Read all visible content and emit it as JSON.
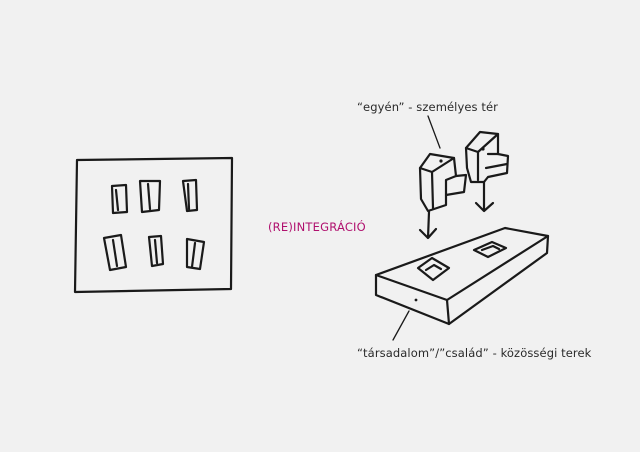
{
  "labels": {
    "individual": "“egyén” - személyes tér",
    "reintegration": "(RE)INTEGRÁCIÓ",
    "society": "“társadalom”/”család” - közösségi terek"
  },
  "colors": {
    "background": "#f1f1f1",
    "ink": "#1a1a1a",
    "text": "#2a2a2a",
    "accent": "#b0106e"
  }
}
